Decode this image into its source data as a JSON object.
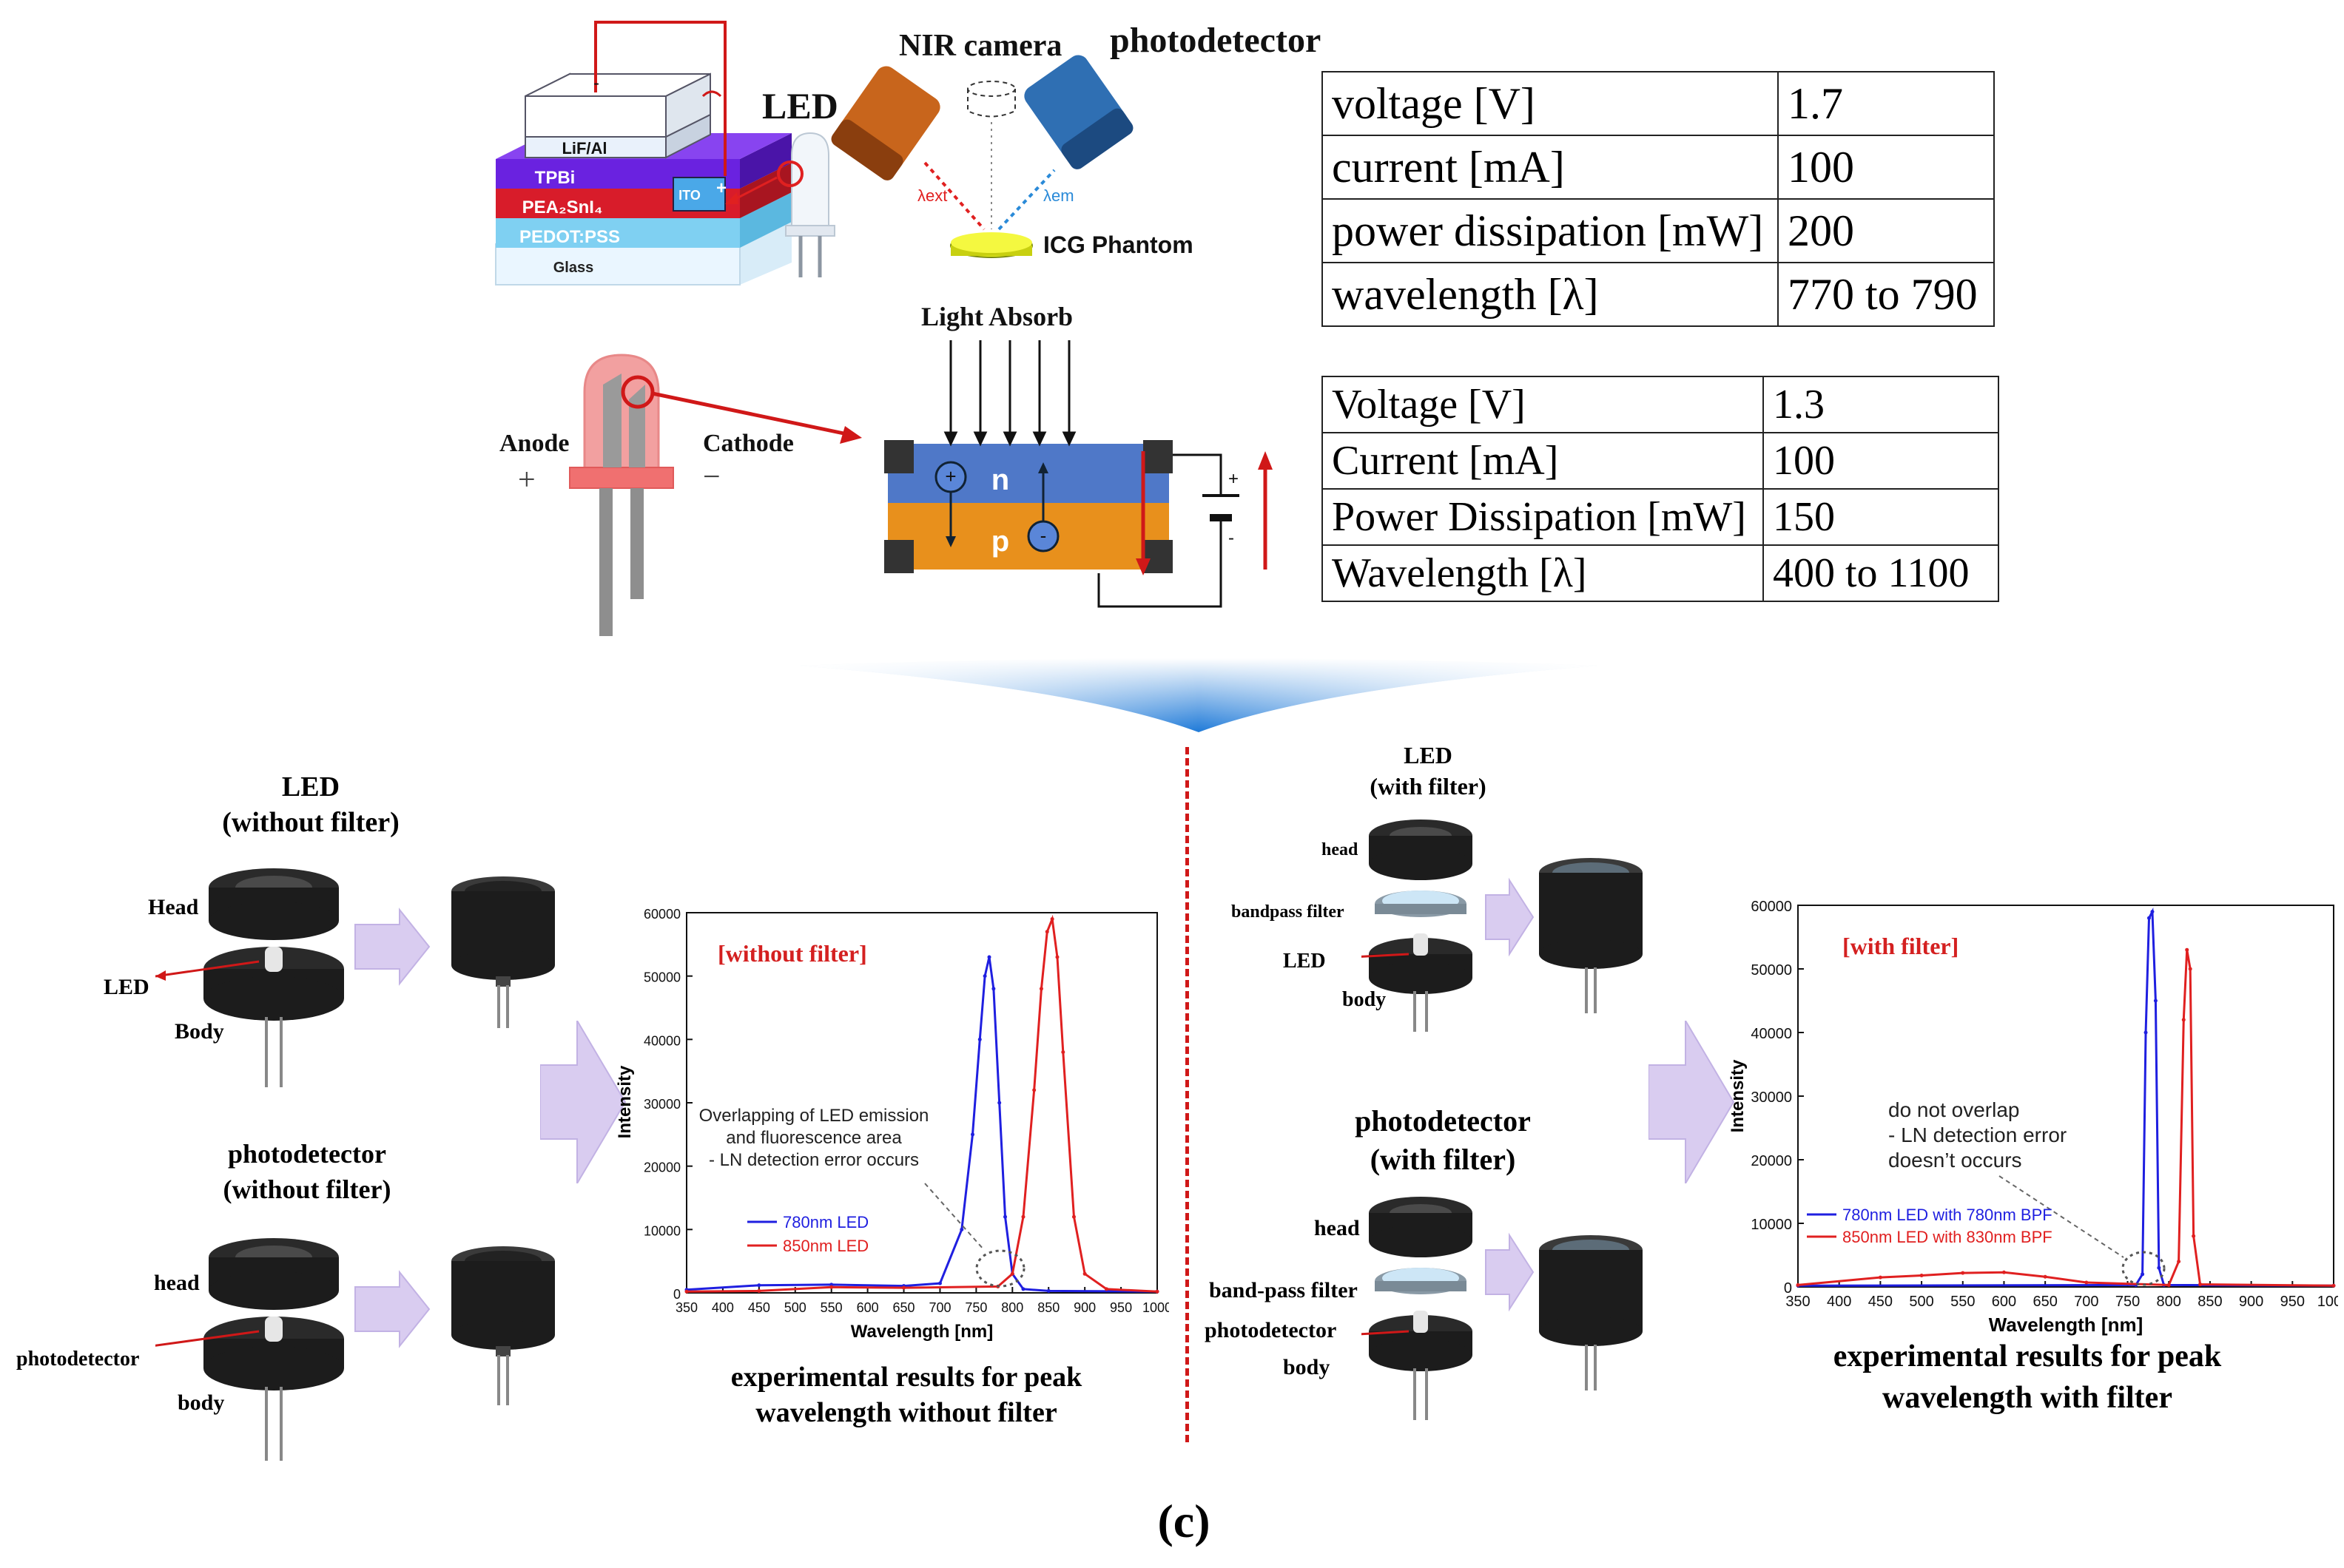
{
  "top_schematic": {
    "layers": [
      "LiF/Al",
      "TPBi",
      "PEA₂SnI₄",
      "PEDOT:PSS",
      "Glass"
    ],
    "ito_label": "ITO",
    "anode_sign": "+",
    "cathode_sign": "-",
    "led_label": "LED",
    "nir_camera_label": "NIR camera",
    "photodetector_label": "photodetector",
    "lambda_ext": "λext",
    "lambda_em": "λem",
    "phantom_label": "ICG Phantom"
  },
  "led_spec_table": [
    {
      "param": "voltage [V]",
      "value": "1.7"
    },
    {
      "param": "current [mA]",
      "value": "100"
    },
    {
      "param": "power dissipation [mW]",
      "value": "200"
    },
    {
      "param": "wavelength [λ]",
      "value": "770 to 790"
    }
  ],
  "pd_spec_table": [
    {
      "param": "Voltage [V]",
      "value": "1.3"
    },
    {
      "param": "Current [mA]",
      "value": "100"
    },
    {
      "param": "Power Dissipation [mW]",
      "value": "150"
    },
    {
      "param": "Wavelength [λ]",
      "value": "400 to 1100"
    }
  ],
  "junction": {
    "light_absorb": "Light Absorb",
    "anode": "Anode",
    "cathode": "Cathode",
    "plus": "+",
    "minus": "−",
    "n_label": "n",
    "p_label": "p",
    "battery_plus": "+",
    "battery_minus": "-"
  },
  "left_panel": {
    "led_title": "LED\n(without filter)",
    "head": "Head",
    "led": "LED",
    "body": "Body",
    "pd_title": "photodetector\n(without filter)",
    "pd_head": "head",
    "pd_label": "photodetector",
    "pd_body": "body",
    "caption": "experimental results for peak\nwavelength without filter"
  },
  "right_panel": {
    "led_title": "LED\n(with filter)",
    "head": "head",
    "filter": "bandpass filter",
    "led": "LED",
    "body": "body",
    "pd_title": "photodetector\n(with filter)",
    "pd_head": "head",
    "pd_filter": "band-pass filter",
    "pd_label": "photodetector",
    "pd_body": "body",
    "caption": "experimental results for peak\nwavelength with filter"
  },
  "figure_label": "(c)",
  "colors": {
    "blue": "#1f1fe0",
    "red": "#e02020",
    "title_red": "#d42020",
    "arrow_purple": "#d9ccf0"
  },
  "chart_data": [
    {
      "type": "line",
      "inset_title": "[without filter]",
      "xlabel": "Wavelength [nm]",
      "ylabel": "Intensity",
      "xlim": [
        350,
        1000
      ],
      "ylim": [
        0,
        60000
      ],
      "x_ticks": [
        350,
        400,
        450,
        500,
        550,
        600,
        650,
        700,
        750,
        800,
        850,
        900,
        950,
        1000
      ],
      "y_ticks": [
        0,
        10000,
        20000,
        30000,
        40000,
        50000,
        60000
      ],
      "annotation": "Overlapping of LED emission\nand fluorescence area\n- LN detection error occurs",
      "series": [
        {
          "name": "780nm LED",
          "color": "#1f1fe0",
          "x": [
            350,
            450,
            550,
            650,
            700,
            730,
            745,
            755,
            762,
            768,
            774,
            782,
            790,
            800,
            815,
            850,
            1000
          ],
          "y": [
            500,
            1200,
            1300,
            1100,
            1500,
            10000,
            25000,
            40000,
            50000,
            53000,
            48000,
            30000,
            12000,
            3000,
            600,
            300,
            200
          ]
        },
        {
          "name": "850nm LED",
          "color": "#e02020",
          "x": [
            350,
            450,
            550,
            650,
            780,
            800,
            815,
            830,
            840,
            848,
            855,
            862,
            870,
            885,
            900,
            930,
            1000
          ],
          "y": [
            200,
            300,
            900,
            800,
            1000,
            3000,
            12000,
            32000,
            48000,
            57000,
            59000,
            53000,
            38000,
            12000,
            3000,
            600,
            200
          ]
        }
      ]
    },
    {
      "type": "line",
      "inset_title": "[with filter]",
      "xlabel": "Wavelength [nm]",
      "ylabel": "Intensity",
      "xlim": [
        350,
        1000
      ],
      "ylim": [
        0,
        60000
      ],
      "x_ticks": [
        350,
        400,
        450,
        500,
        550,
        600,
        650,
        700,
        750,
        800,
        850,
        900,
        950,
        1000
      ],
      "y_ticks": [
        0,
        10000,
        20000,
        30000,
        40000,
        50000,
        60000
      ],
      "annotation": "do not overlap\n- LN detection error\ndoesn’t occurs",
      "series": [
        {
          "name": "780nm LED with 780nm BPF",
          "color": "#1f1fe0",
          "x": [
            350,
            760,
            768,
            772,
            776,
            780,
            784,
            788,
            794,
            1000
          ],
          "y": [
            200,
            300,
            2000,
            40000,
            58000,
            59000,
            45000,
            3000,
            300,
            200
          ]
        },
        {
          "name": "850nm LED with 830nm BPF",
          "color": "#e02020",
          "x": [
            350,
            450,
            500,
            550,
            600,
            650,
            700,
            800,
            812,
            818,
            822,
            826,
            830,
            838,
            1000
          ],
          "y": [
            300,
            1500,
            1800,
            2200,
            2300,
            1600,
            700,
            300,
            4000,
            42000,
            53000,
            50000,
            8000,
            400,
            200
          ]
        }
      ]
    }
  ]
}
